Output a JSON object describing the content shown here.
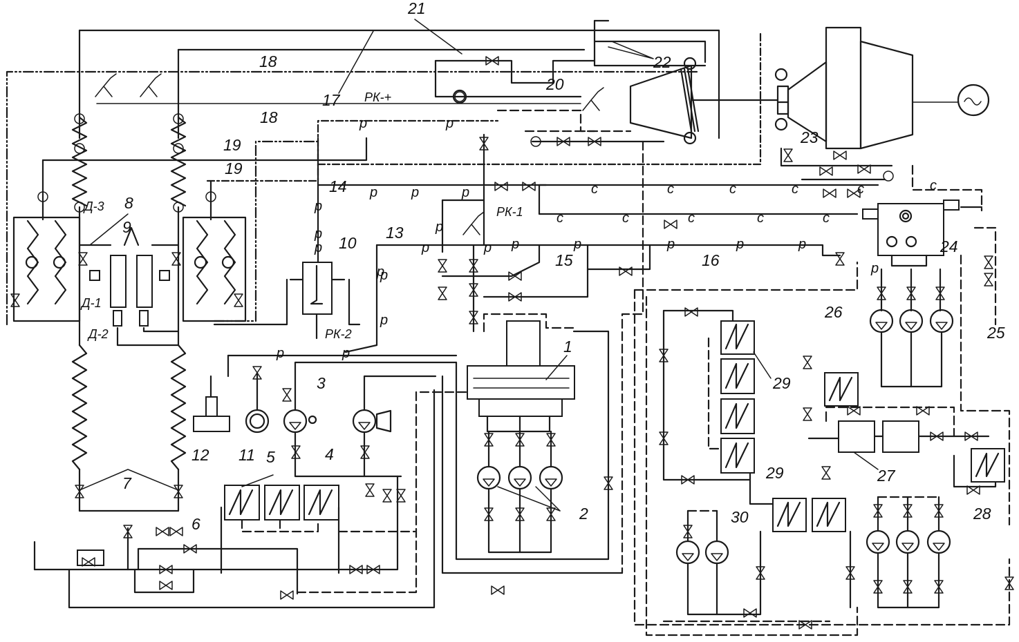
{
  "labels": {
    "l1": "1",
    "l2": "2",
    "l3": "3",
    "l4": "4",
    "l5": "5",
    "l6": "6",
    "l7": "7",
    "l8": "8",
    "l9": "9",
    "l10": "10",
    "l11": "11",
    "l12": "12",
    "l13": "13",
    "l14": "14",
    "l15": "15",
    "l16": "16",
    "l17": "17",
    "l18a": "18",
    "l18b": "18",
    "l19a": "19",
    "l19b": "19",
    "l20": "20",
    "l21": "21",
    "l22": "22",
    "l23": "23",
    "l24": "24",
    "l25": "25",
    "l26": "26",
    "l27": "27",
    "l28": "28",
    "l29a": "29",
    "l29b": "29",
    "l30": "30"
  },
  "devices": {
    "d1": "Д-1",
    "d2": "Д-2",
    "d3": "Д-3",
    "rk1": "РК-1",
    "rk2": "РК-2",
    "rkplus": "РК-+"
  },
  "line_codes": {
    "p": "р",
    "c": "с"
  }
}
